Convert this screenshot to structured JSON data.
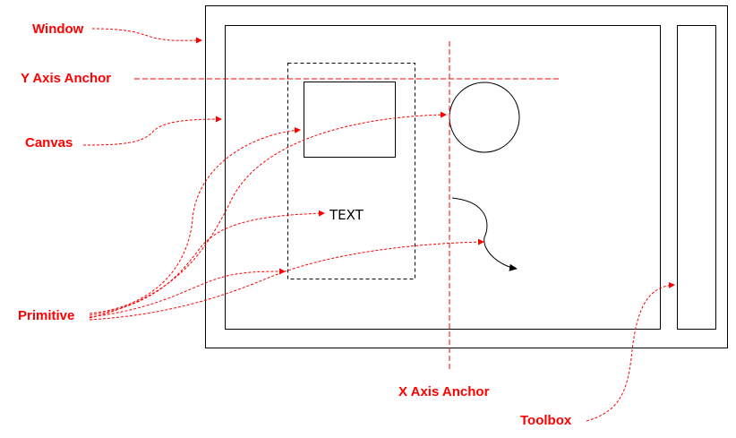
{
  "labels": {
    "window": "Window",
    "y_axis_anchor": "Y Axis Anchor",
    "canvas": "Canvas",
    "primitive": "Primitive",
    "x_axis_anchor": "X Axis Anchor",
    "toolbox": "Toolbox"
  },
  "primitives": {
    "text": "TEXT"
  },
  "colors": {
    "annotation": "#ff0000",
    "structure": "#000000",
    "background": "#ffffff"
  }
}
